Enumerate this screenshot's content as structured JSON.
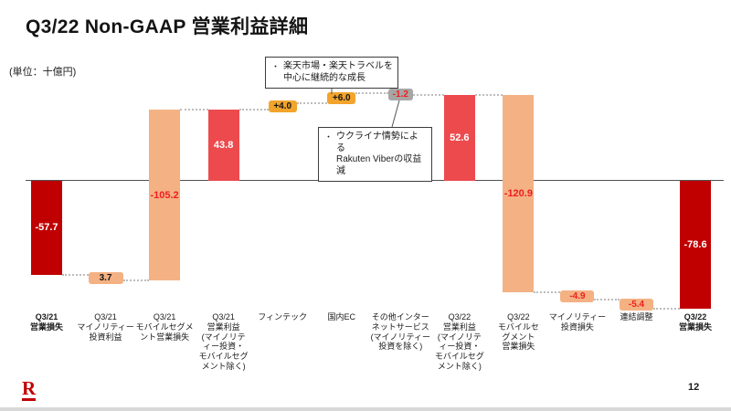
{
  "slide": {
    "title": "Q3/22 Non-GAAP 営業利益詳細",
    "unit_label": "(単位：十億円)",
    "page_number": "12",
    "logo_letter": "R"
  },
  "callouts": [
    {
      "bullet": "・",
      "lines": [
        "楽天市場・楽天トラベルを",
        "中心に継続的な成長"
      ]
    },
    {
      "bullet": "・",
      "lines": [
        "ウクライナ情勢による",
        "Rakuten Viberの収益減"
      ]
    }
  ],
  "colors": {
    "dark_red": "#C00000",
    "red": "#EC4A4D",
    "salmon": "#F4B183",
    "amber": "#F2A42B",
    "gray": "#A8A5A5",
    "value_red": "#F01E1E",
    "white": "#FFFFFF",
    "black": "#151515",
    "axis": "#515151",
    "connector": "#BDBDBD",
    "logo_red": "#BF0000",
    "bottom_strip": "#D9D9D9"
  },
  "chart_data": {
    "type": "bar",
    "subtype": "waterfall",
    "title": "Q3/22 Non-GAAP 営業利益詳細",
    "unit": "十億円 (billion JPY)",
    "baseline": 0,
    "grid": false,
    "columns": [
      {
        "category_lines": [
          "Q3/21",
          "営業損失"
        ],
        "category_bold": true,
        "display": "-57.7",
        "value": -57.7,
        "hi": 0,
        "lo": -57.7,
        "out": -57.7,
        "style": "darkred-bar"
      },
      {
        "category_lines": [
          "Q3/21",
          "マイノリティー",
          "投資利益"
        ],
        "category_bold": false,
        "display": "3.7",
        "value": 3.7,
        "hi": -57.7,
        "lo": -61.4,
        "out": -61.4,
        "style": "salmon-tag-dark"
      },
      {
        "category_lines": [
          "Q3/21",
          "モバイルセグメ",
          "ント営業損失"
        ],
        "category_bold": false,
        "display": "-105.2",
        "value": -105.2,
        "hi": 43.8,
        "lo": -61.4,
        "out": 43.8,
        "style": "salmon-bar"
      },
      {
        "category_lines": [
          "Q3/21",
          "営業利益",
          "(マイノリテ",
          "ィー投資・",
          "モバイルセグ",
          "メント除く)"
        ],
        "category_bold": false,
        "display": "43.8",
        "value": 43.8,
        "hi": 43.8,
        "lo": 0,
        "out": 43.8,
        "style": "red-bar"
      },
      {
        "category_lines": [
          "フィンテック"
        ],
        "category_bold": false,
        "display": "+4.0",
        "value": 4.0,
        "hi": 47.8,
        "lo": 43.8,
        "out": 47.8,
        "style": "amber-tag"
      },
      {
        "category_lines": [
          "国内EC"
        ],
        "category_bold": false,
        "display": "+6.0",
        "value": 6.0,
        "hi": 53.8,
        "lo": 47.8,
        "out": 53.8,
        "style": "amber-tag"
      },
      {
        "category_lines": [
          "その他インター",
          "ネットサービス",
          "(マイノリティー",
          "投資を除く)"
        ],
        "category_bold": false,
        "display": "-1.2",
        "value": -1.2,
        "hi": 53.8,
        "lo": 52.6,
        "out": 52.6,
        "style": "gray-tag"
      },
      {
        "category_lines": [
          "Q3/22",
          "営業利益",
          "(マイノリテ",
          "ィー投資・",
          "モバイルセグ",
          "メント除く)"
        ],
        "category_bold": false,
        "display": "52.6",
        "value": 52.6,
        "hi": 52.6,
        "lo": 0,
        "out": 52.6,
        "style": "red-bar"
      },
      {
        "category_lines": [
          "Q3/22",
          "モバイルセ",
          "グメント",
          "営業損失"
        ],
        "category_bold": false,
        "display": "-120.9",
        "value": -120.9,
        "hi": 52.6,
        "lo": -68.3,
        "out": -68.3,
        "style": "salmon-bar"
      },
      {
        "category_lines": [
          "マイノリティー",
          "投資損失"
        ],
        "category_bold": false,
        "display": "-4.9",
        "value": -4.9,
        "hi": -68.3,
        "lo": -73.2,
        "out": -73.2,
        "style": "salmon-tag"
      },
      {
        "category_lines": [
          "連結調整"
        ],
        "category_bold": false,
        "display": "-5.4",
        "value": -5.4,
        "hi": -73.2,
        "lo": -78.6,
        "out": -78.6,
        "style": "salmon-tag"
      },
      {
        "category_lines": [
          "Q3/22",
          "営業損失"
        ],
        "category_bold": true,
        "display": "-78.6",
        "value": -78.6,
        "hi": 0,
        "lo": -78.6,
        "out": null,
        "style": "darkred-bar"
      }
    ]
  }
}
